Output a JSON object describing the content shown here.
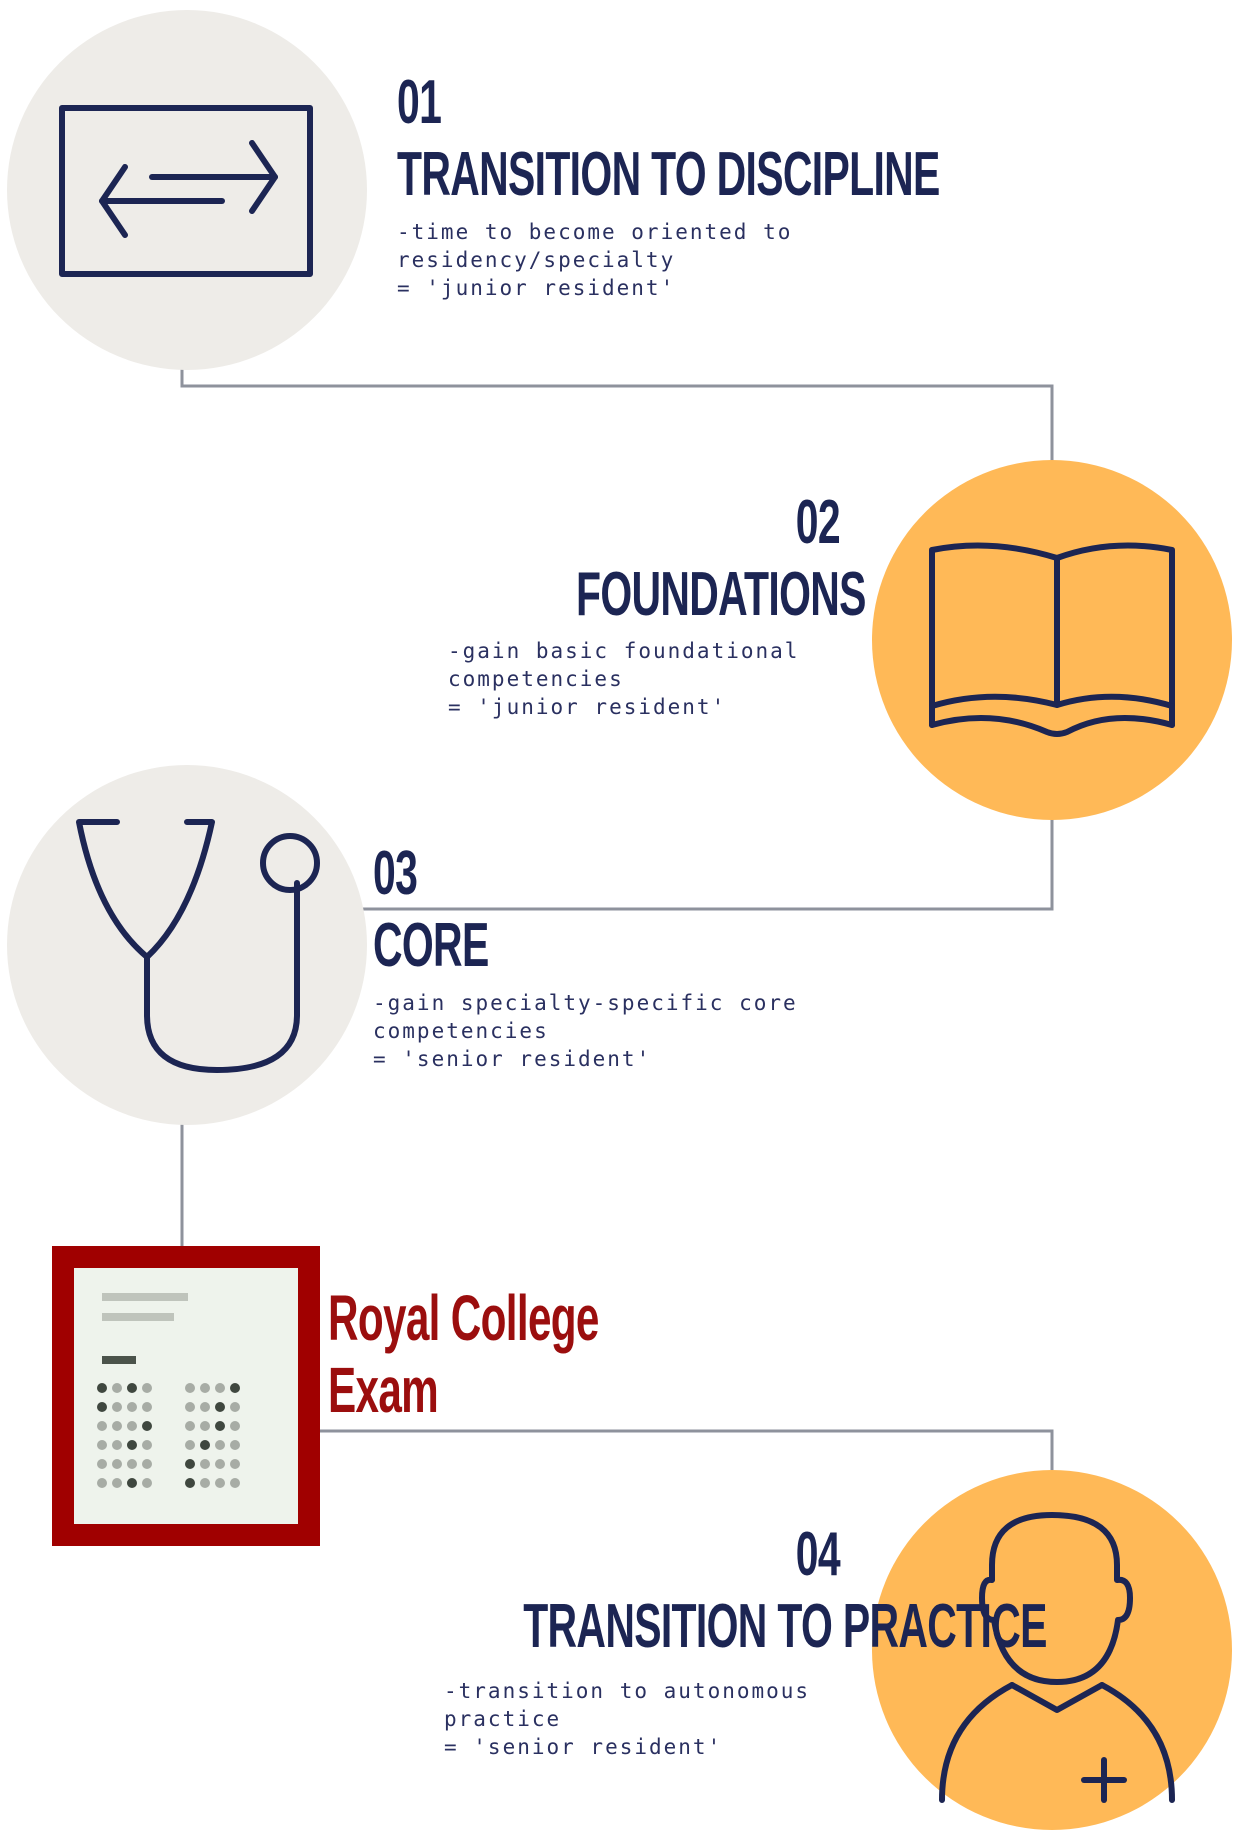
{
  "steps": [
    {
      "number": "01",
      "title": "TRANSITION TO DISCIPLINE",
      "desc": "-time to become oriented to\nresidency/specialty\n= 'junior resident'",
      "icon": "transfer-arrows-icon"
    },
    {
      "number": "02",
      "title": "FOUNDATIONS",
      "desc": "-gain basic foundational\ncompetencies\n= 'junior resident'",
      "icon": "open-book-icon"
    },
    {
      "number": "03",
      "title": "CORE",
      "desc": "-gain specialty-specific core\ncompetencies\n= 'senior resident'",
      "icon": "stethoscope-icon"
    },
    {
      "number": "04",
      "title": "TRANSITION TO PRACTICE",
      "desc": "-transition to autonomous\npractice\n= 'senior resident'",
      "icon": "doctor-person-icon"
    }
  ],
  "exam": {
    "line1": "Royal College",
    "line2": "Exam",
    "icon": "exam-sheet-icon"
  },
  "colors": {
    "navy": "#1c2553",
    "grey_circle": "#eeece8",
    "orange_circle": "#ffb957",
    "exam_red": "#9b0e0e",
    "connector": "#8e929c"
  }
}
